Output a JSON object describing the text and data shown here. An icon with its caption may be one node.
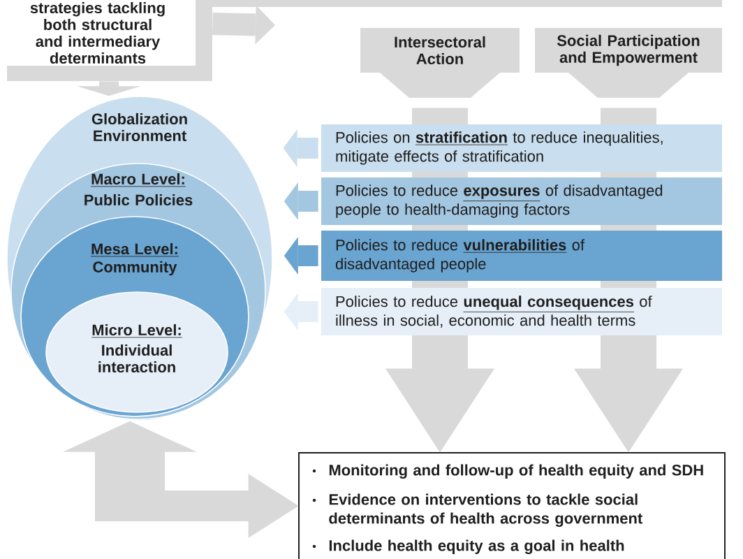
{
  "diagram": {
    "nodes": [
      {
        "text": [
          "strategies tackling both structural and intermediary determinants"
        ]
      },
      {
        "text": [
          "Intersectoral Action"
        ]
      },
      {
        "text": [
          "Social Participation and Empowerment"
        ]
      },
      {
        "text": [
          "Globalization Environment"
        ]
      },
      {
        "text": [
          "Macro Level:",
          "Public Policies"
        ],
        "in": 3
      },
      {
        "text": [
          "Mesa Level:",
          "Community"
        ],
        "in": 4
      },
      {
        "text": [
          "Micro Level:",
          "Individual interaction"
        ],
        "in": 5
      },
      {
        "text": [
          "Policies on **stratification** to reduce inequalities, mitigate effects of stratification"
        ]
      },
      {
        "text": [
          "Policies to reduce **exposures** of disadvantaged people to health-damaging factors"
        ]
      },
      {
        "text": [
          "Policies to reduce **vulnerabilities** of disadvantaged people"
        ]
      },
      {
        "text": [
          "Policies to reduce **unequal consequences** of illness in social, economic and health terms"
        ]
      },
      {
        "text": [
          "Monitoring and follow-up of health equity and SDH",
          "Evidence on interventions to tackle social determinants of health across government",
          "Include health equity as a goal in health"
        ]
      }
    ],
    "edges": [
      {
        "from": 0,
        "to": 3,
        "arrow": "to"
      },
      {
        "from": 0,
        "to": null,
        "arrow": "to"
      },
      {
        "from": 1,
        "to": 11,
        "arrow": "to",
        "style": "thick"
      },
      {
        "from": 2,
        "to": 11,
        "arrow": "to",
        "style": "thick"
      },
      {
        "from": 7,
        "to": null,
        "arrow": "to",
        "color": "#c9deee"
      },
      {
        "from": 8,
        "to": 3,
        "arrow": "to",
        "color": "#a3c6e1"
      },
      {
        "from": 9,
        "to": 3,
        "arrow": "to",
        "color": "#6aa4d0"
      },
      {
        "from": 10,
        "to": 3,
        "arrow": "to",
        "color": "#e6eff8"
      },
      {
        "from": 3,
        "to": 11,
        "arrow": "both",
        "style": "thick"
      }
    ]
  }
}
